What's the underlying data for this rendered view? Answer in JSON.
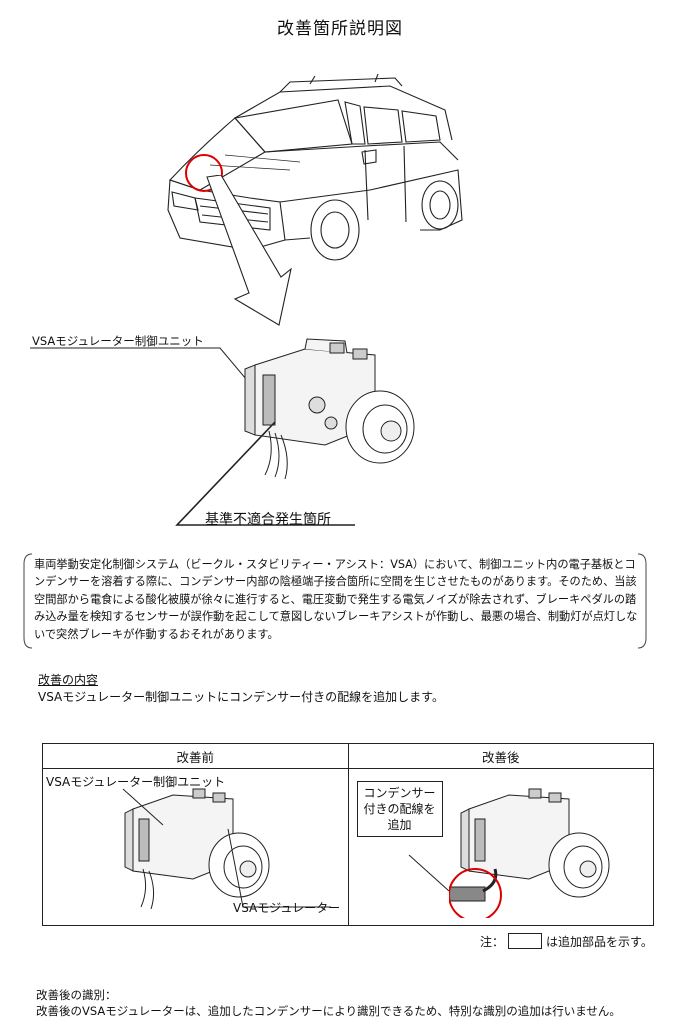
{
  "title": "改善箇所説明図",
  "diagram": {
    "unit_label": "VSAモジュレーター制御ユニット",
    "defect_label": "基準不適合発生箇所"
  },
  "description": "車両挙動安定化制御システム（ビークル・スタビリティー・アシスト：VSA）において、制御ユニット内の電子基板とコンデンサーを溶着する際に、コンデンサー内部の陰極端子接合箇所に空間を生じさせたものがあります。そのため、当該空間部から電食による酸化被膜が徐々に進行すると、電圧変動で発生する電気ノイズが除去されず、ブレーキペダルの踏み込み量を検知するセンサーが誤作動を起こして意図しないブレーキアシストが作動し、最悪の場合、制動灯が点灯しないで突然ブレーキが作動するおそれがあります。",
  "improvement": {
    "heading": "改善の内容",
    "text": "VSAモジュレーター制御ユニットにコンデンサー付きの配線を追加します。"
  },
  "table": {
    "before_header": "改善前",
    "after_header": "改善後",
    "before_unit_label": "VSAモジュレーター制御ユニット",
    "before_modulator_label": "VSAモジュレーター",
    "after_callout_line1": "コンデンサー",
    "after_callout_line2": "付きの配線を",
    "after_callout_line3": "追加"
  },
  "note": {
    "prefix": "注：",
    "suffix": "は追加部品を示す。"
  },
  "identification": {
    "heading": "改善後の識別：",
    "text": "改善後のVSAモジュレーターは、追加したコンデンサーにより識別できるため、特別な識別の追加は行いません。"
  }
}
